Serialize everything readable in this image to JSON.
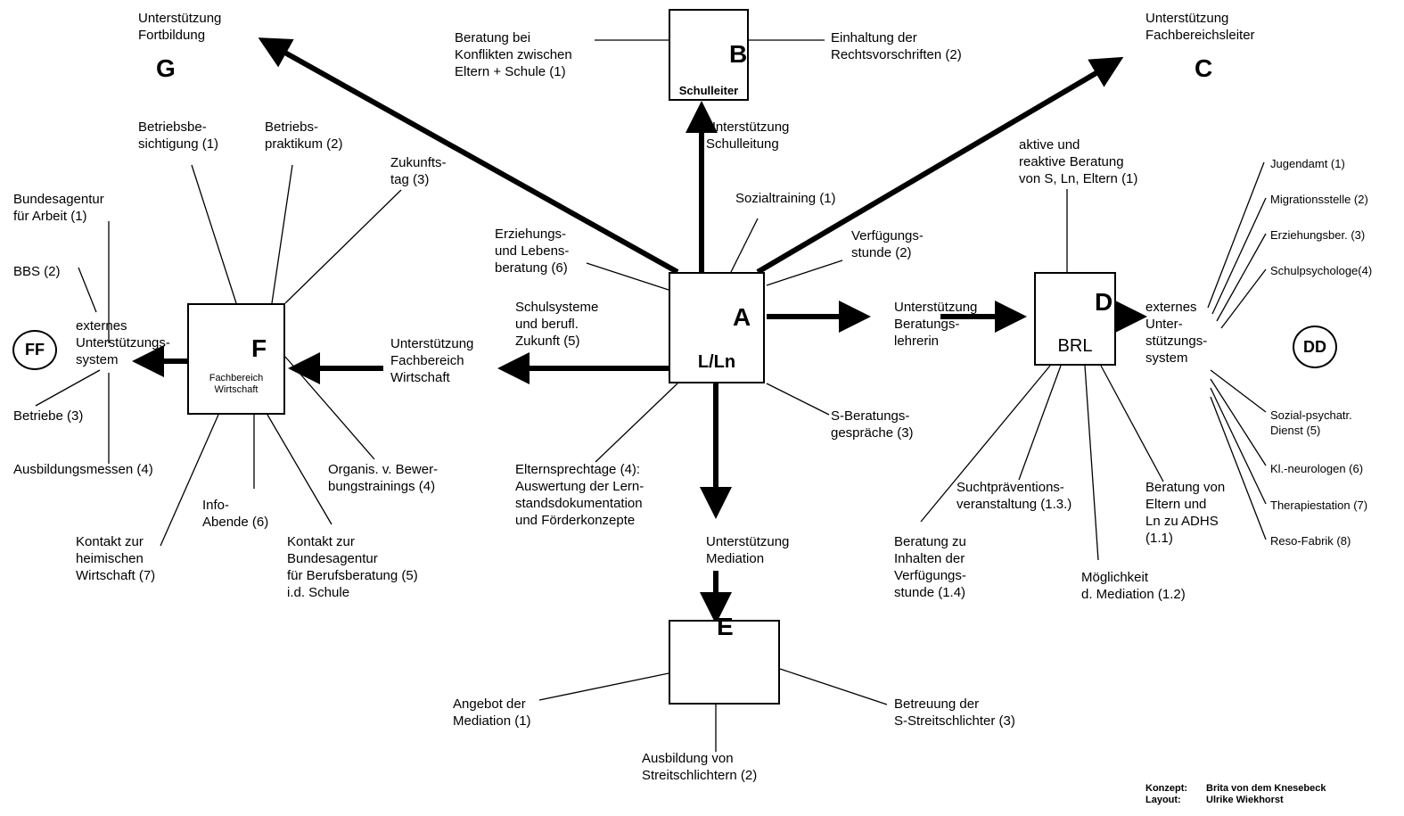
{
  "nodes": {
    "center": {
      "letter": "A",
      "caption": "L/Ln"
    },
    "schulleiter": {
      "letter": "B",
      "caption": "Schulleiter"
    },
    "brl": {
      "letter": "D",
      "caption": "BRL"
    },
    "fachbereich": {
      "letter": "F",
      "caption": "Fachbereich\nWirtschaft"
    },
    "mediation": {
      "letter": "E"
    },
    "g": {
      "letter": "G"
    },
    "c": {
      "letter": "C"
    },
    "ff": {
      "label": "FF"
    },
    "dd": {
      "label": "DD"
    }
  },
  "labels": {
    "support_fortbildung": "Unterstützung\nFortbildung",
    "support_fachbereichsleiter": "Unterstützung\nFachbereichsleiter",
    "beratung_konflikte": "Beratung bei\nKonflikten zwischen\nEltern + Schule (1)",
    "rechtsvorschriften": "Einhaltung der\nRechtsvorschriften (2)",
    "support_schulleitung": "Unterstützung\nSchulleitung",
    "sozialtraining": "Sozialtraining (1)",
    "erziehungsberatung": "Erziehungs-\nund Lebens-\nberatung (6)",
    "verfuegungsstunde": "Verfügungs-\nstunde (2)",
    "schulsysteme": "Schulsysteme\nund berufl.\nZukunft (5)",
    "support_beratungslehrerin": "Unterstützung\nBeratungs-\nlehrerin",
    "support_fachbereich": "Unterstützung\nFachbereich\nWirtschaft",
    "s_beratung": "S-Beratungs-\ngespräche (3)",
    "elternsprechtage": "Elternsprechtage (4):\nAuswertung der Lern-\nstandsdokumentation\nund Förderkonzepte",
    "support_mediation": "Unterstützung\nMediation",
    "angebot_mediation": "Angebot der\nMediation (1)",
    "ausbildung_streit": "Ausbildung von\nStreitschlichtern (2)",
    "betreuung_streit": "Betreuung der\nS-Streitschlichter (3)",
    "betriebsbesichtigung": "Betriebsbe-\nsichtigung (1)",
    "betriebspraktikum": "Betriebs-\npraktikum (2)",
    "zukunftstag": "Zukunfts-\ntag (3)",
    "bundesagentur": "Bundesagentur\nfür Arbeit (1)",
    "bbs": "BBS (2)",
    "externes_f": "externes\nUnterstützungs-\nsystem",
    "betriebe": "Betriebe (3)",
    "ausbildungsmessen": "Ausbildungsmessen (4)",
    "organis": "Organis. v. Bewer-\nbungstrainings (4)",
    "info_abende": "Info-\nAbende (6)",
    "kontakt_wirtschaft": "Kontakt zur\nheimischen\nWirtschaft (7)",
    "kontakt_bundesagentur": "Kontakt zur\nBundesagentur\nfür Berufsberatung (5)\ni.d. Schule",
    "aktive_beratung": "aktive und\nreaktive Beratung\nvon S, Ln, Eltern (1)",
    "externes_d": "externes\nUnter-\nstützungs-\nsystem",
    "jugendamt": "Jugendamt (1)",
    "migrationsstelle": "Migrationsstelle (2)",
    "erziehungsber": "Erziehungsber. (3)",
    "schulpsychologe": "Schulpsychologe(4)",
    "sozial_psych": "Sozial-psychatr.\nDienst (5)",
    "kl_neurologen": "Kl.-neurologen (6)",
    "therapiestation": "Therapiestation (7)",
    "reso_fabrik": "Reso-Fabrik (8)",
    "suchtpraevention": "Suchtpräventions-\nveranstaltung (1.3.)",
    "beratung_adhs": "Beratung von\nEltern und\nLn zu ADHS\n(1.1)",
    "beratung_inhalte": "Beratung zu\nInhalten der\nVerfügungs-\nstunde (1.4)",
    "moeglichkeit_mediation": "Möglichkeit\nd. Mediation (1.2)"
  },
  "credits": {
    "konzept_label": "Konzept:",
    "konzept_name": "Brita von dem Knesebeck",
    "layout_label": "Layout:",
    "layout_name": "Ulrike Wiekhorst"
  },
  "colors": {
    "figure_orange": "#f07d1a",
    "figure_blue": "#1a1aff",
    "line": "#000000"
  },
  "icons": [
    "person-silhouette-icon",
    "teacher-figure-icon",
    "mediation-figures-icon"
  ]
}
